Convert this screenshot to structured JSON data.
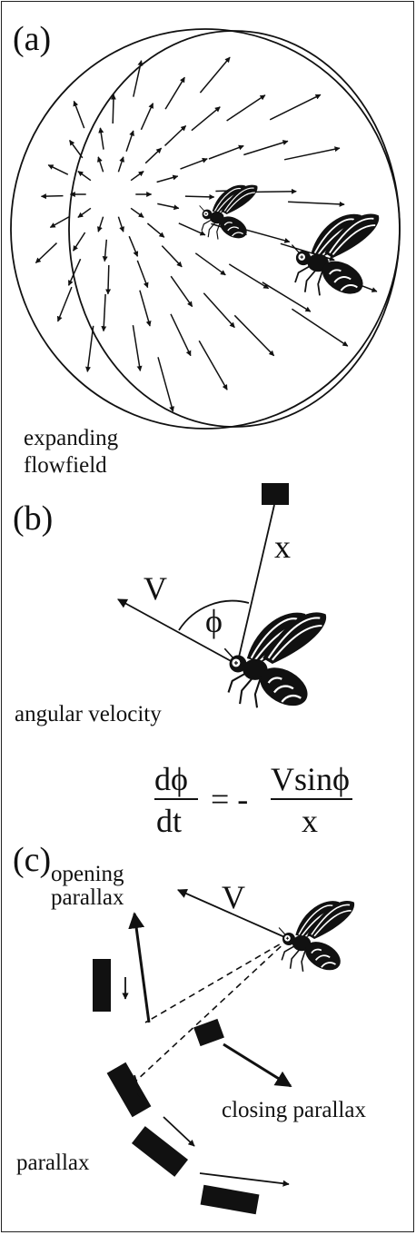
{
  "colors": {
    "ink": "#111111",
    "background": "#ffffff"
  },
  "panel_a": {
    "label": "(a)",
    "caption_line1": "expanding",
    "caption_line2": "flowfield"
  },
  "panel_b": {
    "label": "(b)",
    "label_V": "V",
    "label_x": "x",
    "label_phi": "ϕ",
    "caption": "angular velocity",
    "equation": {
      "lhs_top": "dϕ",
      "lhs_bottom": "dt",
      "equals": "= -",
      "rhs_top": "Vsinϕ",
      "rhs_bottom": "x"
    }
  },
  "panel_c": {
    "label": "(c)",
    "label_V": "V",
    "opening_line1": "opening",
    "opening_line2": "parallax",
    "closing": "closing parallax",
    "parallax": "parallax"
  }
}
